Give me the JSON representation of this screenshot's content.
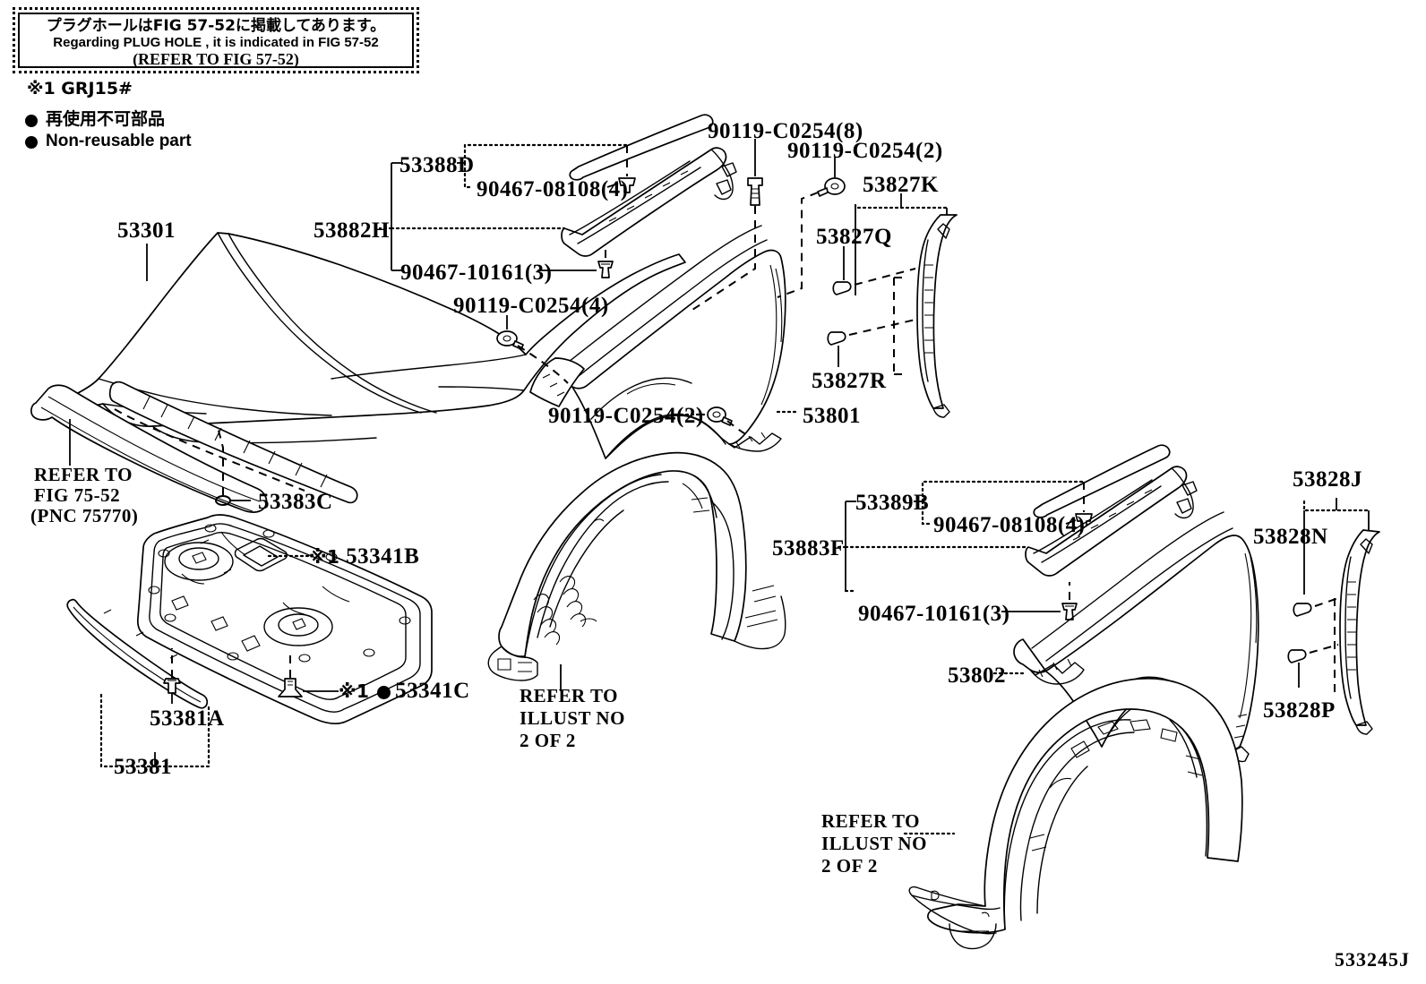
{
  "note_box": {
    "line_jp": "プラグホールはFIG 57-52に掲載してあります。",
    "line_en": "Regarding  PLUG  HOLE , it is indicated in FIG  57-52",
    "line_ref": "(REFER TO FIG 57-52)"
  },
  "legend": {
    "grj": "※1 GRJ15#",
    "jp_nonreusable": "再使用不可部品",
    "en_nonreusable": "Non-reusable part"
  },
  "labels": {
    "hood": "53301",
    "hood_seal": "53383C",
    "hood_insulator_grp": "53381",
    "hood_insulator_clip": "53381A",
    "insulator_plug_b": "53341B",
    "insulator_plug_c": "53341C",
    "mark1": "※1",
    "refer_fig7552_l1": "REFER TO",
    "refer_fig7552_l2": "FIG 75-52",
    "refer_fig7552_l3": "(PNC 75770)",
    "front_fender_lh": "53801",
    "front_fender_rh": "53802",
    "fender_moulding_lh_grp": "53882H",
    "fender_moulding_lh_sub": "53388D",
    "fender_moulding_rh_grp": "53883F",
    "fender_moulding_rh_sub": "53389B",
    "clip_08108_lh": "90467-08108(4)",
    "clip_10161_lh": "90467-10161(3)",
    "clip_08108_rh": "90467-08108(4)",
    "clip_10161_rh": "90467-10161(3)",
    "bolt_8": "90119-C0254(8)",
    "bolt_2_top": "90119-C0254(2)",
    "bolt_4": "90119-C0254(4)",
    "bolt_2_bottom": "90119-C0254(2)",
    "seal_lh_grp": "53827K",
    "seal_lh_upper": "53827Q",
    "seal_lh_lower": "53827R",
    "seal_rh_grp": "53828J",
    "seal_rh_upper": "53828N",
    "seal_rh_lower": "53828P",
    "refer_illust_c_l1": "REFER TO",
    "refer_illust_c_l2": "ILLUST NO",
    "refer_illust_c_l3": "2 OF 2",
    "refer_illust_r_l1": "REFER TO",
    "refer_illust_r_l2": "ILLUST NO",
    "refer_illust_r_l3": "2 OF 2"
  },
  "diagram_id": "533245J",
  "colors": {
    "ink": "#000000",
    "paper": "#ffffff"
  }
}
